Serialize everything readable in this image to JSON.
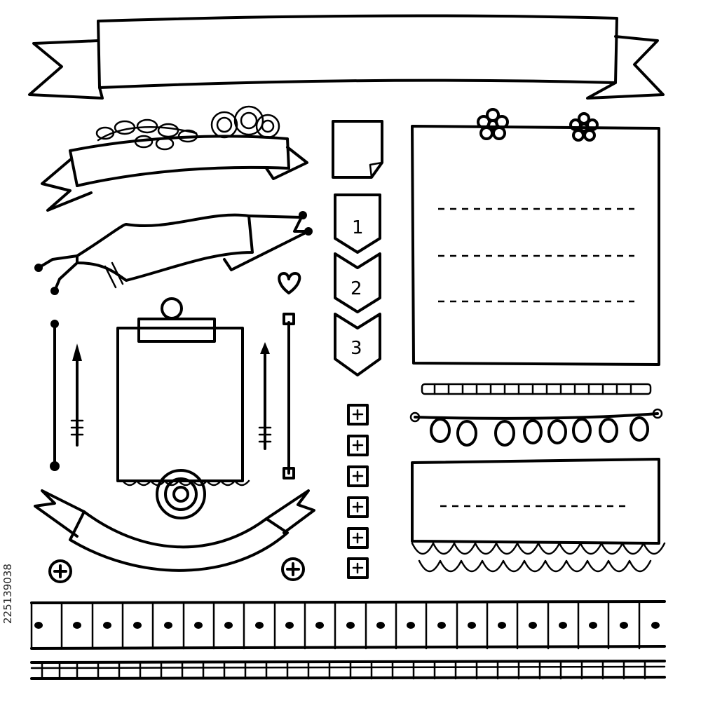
{
  "stock_id": "225139038",
  "number_labels": [
    "1",
    "2",
    "3"
  ],
  "colors": {
    "ink": "#000000",
    "background": "#ffffff"
  }
}
